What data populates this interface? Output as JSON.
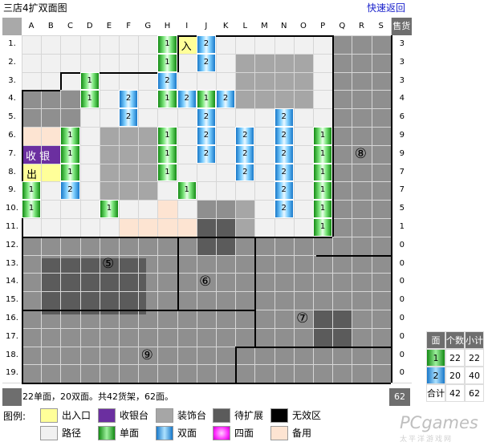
{
  "title": "三店4扩双面图",
  "back_link": "快速返回",
  "columns": [
    "A",
    "B",
    "C",
    "D",
    "E",
    "F",
    "G",
    "H",
    "I",
    "J",
    "K",
    "L",
    "M",
    "N",
    "O",
    "P",
    "Q",
    "R",
    "S"
  ],
  "rows": [
    "1.",
    "2.",
    "3.",
    "4.",
    "5.",
    "6.",
    "7.",
    "8.",
    "9.",
    "10.",
    "11.",
    "12.",
    "13.",
    "14.",
    "15.",
    "16.",
    "17.",
    "18.",
    "19."
  ],
  "sales_header": "售货",
  "sales": [
    "3",
    "3",
    "3",
    "4",
    "6",
    "9",
    "9",
    "7",
    "7",
    "5",
    "1",
    "0",
    "0",
    "0",
    "0",
    "0",
    "0",
    "0",
    "0"
  ],
  "cells": {
    "entrance": "入",
    "exit": "出",
    "cashier": "收 银"
  },
  "fixtures": [
    {
      "col": "H",
      "row": 1,
      "type": "single",
      "label": "1"
    },
    {
      "col": "J",
      "row": 1,
      "type": "double",
      "label": "2"
    },
    {
      "col": "H",
      "row": 2,
      "type": "single",
      "label": "1"
    },
    {
      "col": "J",
      "row": 2,
      "type": "double",
      "label": "2"
    },
    {
      "col": "D",
      "row": 3,
      "type": "single",
      "label": "1"
    },
    {
      "col": "H",
      "row": 3,
      "type": "double",
      "label": "2"
    },
    {
      "col": "D",
      "row": 4,
      "type": "single",
      "label": "1"
    },
    {
      "col": "F",
      "row": 4,
      "type": "double",
      "label": "2"
    },
    {
      "col": "H",
      "row": 4,
      "type": "single",
      "label": "1"
    },
    {
      "col": "I",
      "row": 4,
      "type": "double",
      "label": "2"
    },
    {
      "col": "J",
      "row": 4,
      "type": "single",
      "label": "1"
    },
    {
      "col": "K",
      "row": 4,
      "type": "double",
      "label": "2"
    },
    {
      "col": "F",
      "row": 5,
      "type": "double",
      "label": "2"
    },
    {
      "col": "J",
      "row": 5,
      "type": "double",
      "label": "2"
    },
    {
      "col": "N",
      "row": 5,
      "type": "double",
      "label": "2"
    },
    {
      "col": "C",
      "row": 6,
      "type": "single",
      "label": "1"
    },
    {
      "col": "H",
      "row": 6,
      "type": "single",
      "label": "1"
    },
    {
      "col": "J",
      "row": 6,
      "type": "double",
      "label": "2"
    },
    {
      "col": "L",
      "row": 6,
      "type": "double",
      "label": "2"
    },
    {
      "col": "N",
      "row": 6,
      "type": "double",
      "label": "2"
    },
    {
      "col": "P",
      "row": 6,
      "type": "single",
      "label": "1"
    },
    {
      "col": "C",
      "row": 7,
      "type": "single",
      "label": "1"
    },
    {
      "col": "H",
      "row": 7,
      "type": "single",
      "label": "1"
    },
    {
      "col": "J",
      "row": 7,
      "type": "double",
      "label": "2"
    },
    {
      "col": "L",
      "row": 7,
      "type": "double",
      "label": "2"
    },
    {
      "col": "N",
      "row": 7,
      "type": "double",
      "label": "2"
    },
    {
      "col": "P",
      "row": 7,
      "type": "single",
      "label": "1"
    },
    {
      "col": "C",
      "row": 8,
      "type": "single",
      "label": "1"
    },
    {
      "col": "H",
      "row": 8,
      "type": "single",
      "label": "1"
    },
    {
      "col": "L",
      "row": 8,
      "type": "double",
      "label": "2"
    },
    {
      "col": "N",
      "row": 8,
      "type": "double",
      "label": "2"
    },
    {
      "col": "P",
      "row": 8,
      "type": "single",
      "label": "1"
    },
    {
      "col": "A",
      "row": 9,
      "type": "single",
      "label": "1"
    },
    {
      "col": "C",
      "row": 9,
      "type": "double",
      "label": "2"
    },
    {
      "col": "I",
      "row": 9,
      "type": "single",
      "label": "1"
    },
    {
      "col": "N",
      "row": 9,
      "type": "double",
      "label": "2"
    },
    {
      "col": "P",
      "row": 9,
      "type": "single",
      "label": "1"
    },
    {
      "col": "A",
      "row": 10,
      "type": "single",
      "label": "1"
    },
    {
      "col": "E",
      "row": 10,
      "type": "single",
      "label": "1"
    },
    {
      "col": "N",
      "row": 10,
      "type": "double",
      "label": "2"
    },
    {
      "col": "P",
      "row": 10,
      "type": "single",
      "label": "1"
    },
    {
      "col": "P",
      "row": 11,
      "type": "single",
      "label": "1"
    }
  ],
  "zones": [
    "⑤",
    "⑥",
    "⑦",
    "⑧",
    "⑨"
  ],
  "summary_text": "22单面，20双面。共42货架，62面。",
  "total_sales": "62",
  "legend_label": "图例:",
  "legend": [
    {
      "label": "出入口",
      "color": "#ffff99"
    },
    {
      "label": "收银台",
      "color": "#6b2fa0"
    },
    {
      "label": "装饰台",
      "color": "#a6a6a6"
    },
    {
      "label": "待扩展",
      "color": "#5b5b5b"
    },
    {
      "label": "无效区",
      "color": "#000000"
    },
    {
      "label": "路径",
      "color": "#f1f1f1"
    },
    {
      "label": "单面",
      "color": "#22a822"
    },
    {
      "label": "双面",
      "color": "#3aa0e8"
    },
    {
      "label": "四面",
      "color": "#ff33ff"
    },
    {
      "label": "备用",
      "color": "#fde4d2"
    }
  ],
  "stats": {
    "headers": [
      "面",
      "个数",
      "小计"
    ],
    "rows": [
      {
        "face": "1",
        "count": "22",
        "subtotal": "22"
      },
      {
        "face": "2",
        "count": "20",
        "subtotal": "40"
      }
    ],
    "total_label": "合计",
    "total_count": "42",
    "total_subtotal": "62"
  },
  "watermark": "PCgames",
  "watermark_sub": "太平洋游戏网"
}
